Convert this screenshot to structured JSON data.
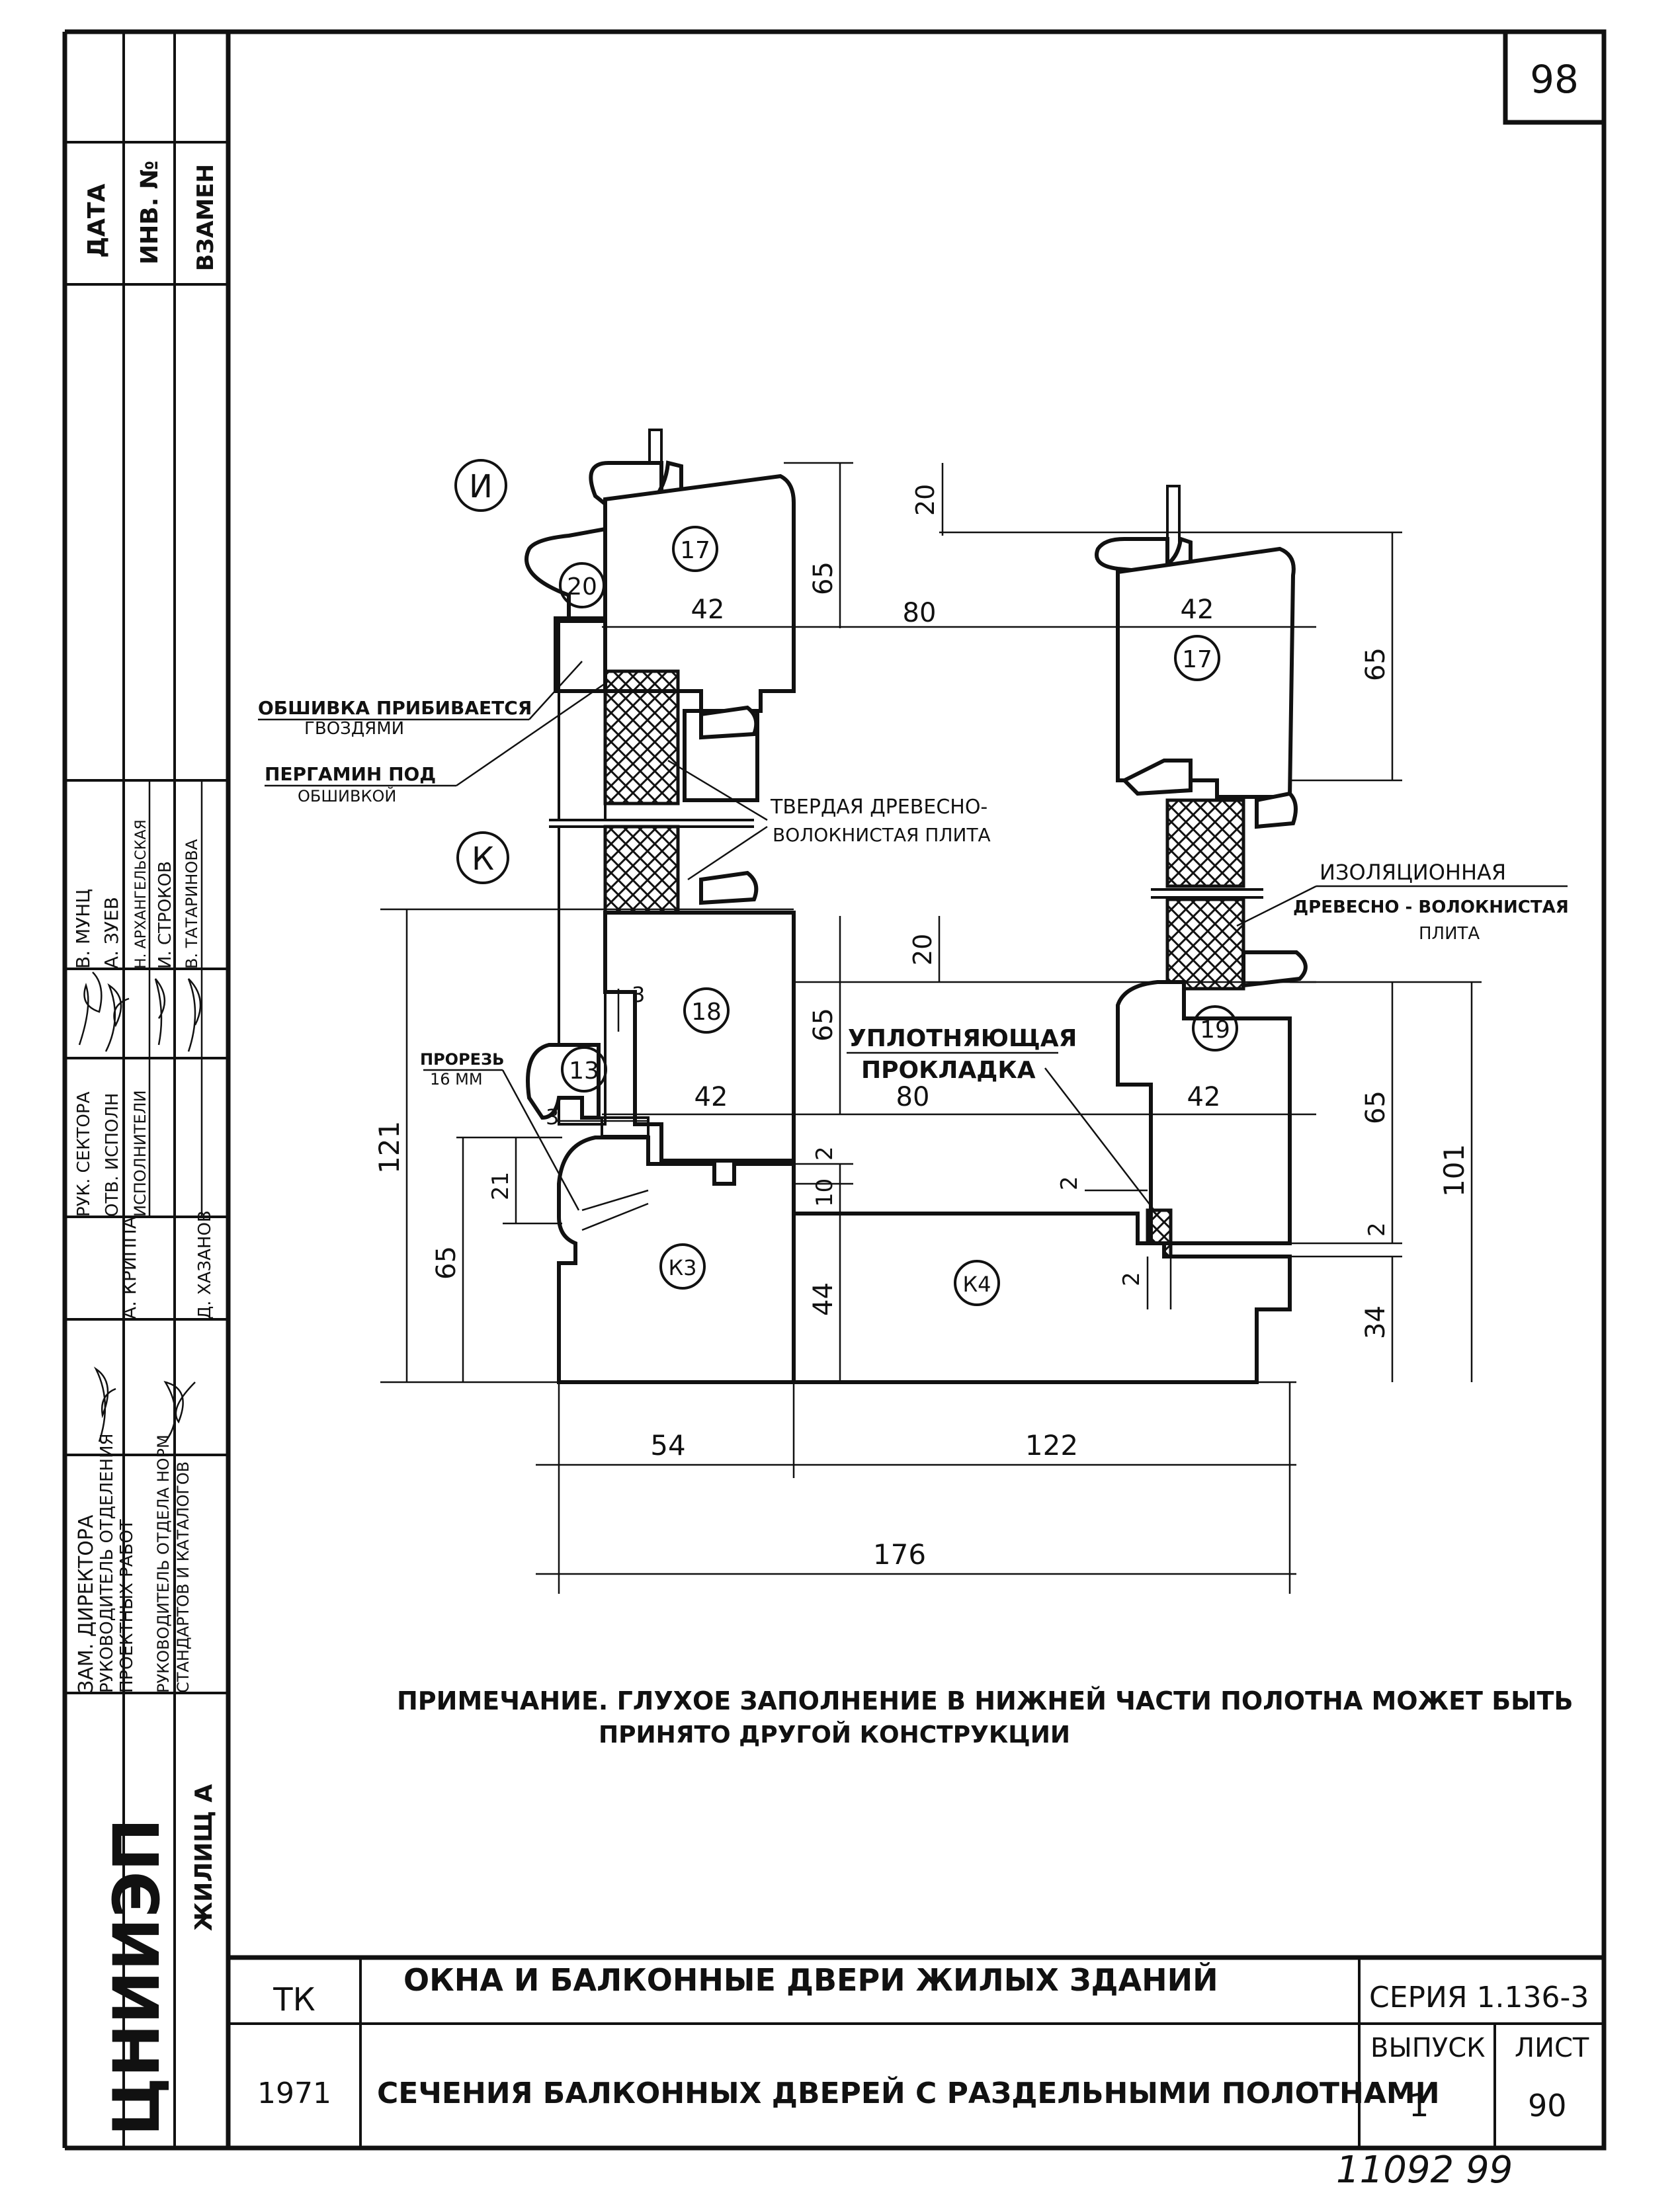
{
  "page_number": "98",
  "handwritten_number": "11092 99",
  "side_stamp": {
    "top_fields": [
      "ДАТА",
      "ИНВ. №",
      "ВЗАМЕН"
    ],
    "people": [
      {
        "role": "РУК. СЕКТОРА",
        "name": "В. МУНЦ"
      },
      {
        "role": "ОТВ. ИСПОЛН",
        "name": "А. ЗУЕВ"
      },
      {
        "role": "ИСПОЛНИТЕЛИ",
        "name": "Н. АРХАНГЕЛЬСКАЯ"
      },
      {
        "role": "",
        "name": "И. СТРОКОВ"
      },
      {
        "role": "",
        "name": "В. ТАТАРИНОВА"
      }
    ],
    "directors": [
      {
        "role_line1": "ЗАМ. ДИРЕКТОРА",
        "role_line2": "РУКОВОДИТЕЛЬ ОТДЕЛЕНИЯ",
        "role_line3": "ПРОЕКТНЫХ РАБОТ",
        "name": "А. КРИППА"
      },
      {
        "role_line1": "РУКОВОДИТЕЛЬ ОТДЕЛА НОРМ",
        "role_line2": "СТАНДАРТОВ И КАТАЛОГОВ",
        "role_line3": "",
        "name": "Д. ХАЗАНОВ"
      }
    ],
    "org_sub": "ЖИЛИЩ А",
    "org_logo": "ЦНИИЭП"
  },
  "sections": {
    "I": "И",
    "K": "К"
  },
  "parts": [
    "17",
    "20",
    "17",
    "18",
    "13",
    "19",
    "К3",
    "К4"
  ],
  "dimensions": {
    "d20_top": "20",
    "d65_top_left": "65",
    "d42_a": "42",
    "d80_a": "80",
    "d42_b": "42",
    "d65_top_right": "65",
    "d20_mid": "20",
    "d3_a": "3",
    "d65_mid": "65",
    "d42_c": "42",
    "d80_b": "80",
    "d42_d": "42",
    "d65_right": "65",
    "d101": "101",
    "d121": "121",
    "d3_b": "3",
    "d21": "21",
    "d65_left": "65",
    "d2_a": "2",
    "d10": "10",
    "d44": "44",
    "d2_b": "2",
    "d2_c": "2",
    "d2_d": "2",
    "d34": "34",
    "d54": "54",
    "d122": "122",
    "d176": "176"
  },
  "labels": {
    "nails_1": "ОБШИВКА ПРИБИВАЕТСЯ",
    "nails_2": "ГВОЗДЯМИ",
    "pergamin_1": "ПЕРГАМИН ПОД",
    "pergamin_2": "ОБШИВКОЙ",
    "hard_1": "ТВЕРДАЯ ДРЕВЕСНО-",
    "hard_2": "ВОЛОКНИСТАЯ ПЛИТА",
    "insul_1": "ИЗОЛЯЦИОННАЯ",
    "insul_2": "ДРЕВЕСНО - ВОЛОКНИСТАЯ",
    "insul_3": "ПЛИТА",
    "slot_1": "ПРОРЕЗЬ",
    "slot_2": "16 ММ",
    "seal_1": "УПЛОТНЯЮЩАЯ",
    "seal_2": "ПРОКЛАДКА"
  },
  "note": {
    "line1": "ПРИМЕЧАНИЕ. ГЛУХОЕ ЗАПОЛНЕНИЕ В НИЖНЕЙ ЧАСТИ ПОЛОТНА МОЖЕТ БЫТЬ",
    "line2": "ПРИНЯТО ДРУГОЙ КОНСТРУКЦИИ"
  },
  "title_block": {
    "code": "ТК",
    "year": "1971",
    "title": "ОКНА И БАЛКОННЫЕ ДВЕРИ ЖИЛЫХ ЗДАНИЙ",
    "subtitle": "СЕЧЕНИЯ БАЛКОННЫХ ДВЕРЕЙ С РАЗДЕЛЬНЫМИ ПОЛОТНАМИ",
    "series": "СЕРИЯ 1.136-3",
    "issue_label": "ВЫПУСК",
    "issue": "1",
    "sheet_label": "ЛИСТ",
    "sheet": "90"
  }
}
